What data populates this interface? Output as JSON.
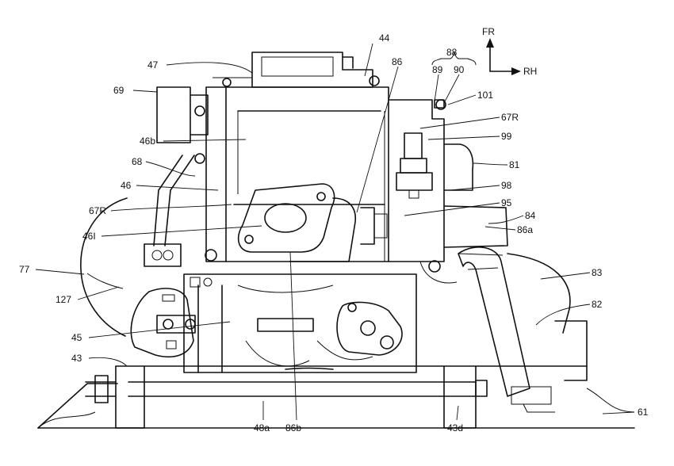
{
  "orientation": {
    "up_label": "FR",
    "right_label": "RH"
  },
  "labels": {
    "l44": "44",
    "l47": "47",
    "l86": "86",
    "l88": "88",
    "l89": "89",
    "l90": "90",
    "l101": "101",
    "l69": "69",
    "l67R_top": "67R",
    "l99": "99",
    "l46b": "46b",
    "l81": "81",
    "l68": "68",
    "l98": "98",
    "l46": "46",
    "l95": "95",
    "l67R_left": "67R",
    "l84": "84",
    "l86a": "86a",
    "l46I": "46I",
    "l77": "77",
    "l83": "83",
    "l127": "127",
    "l82": "82",
    "l45": "45",
    "l43": "43",
    "l61": "61",
    "l48a": "48a",
    "l86b": "86b",
    "l43d": "43d"
  }
}
